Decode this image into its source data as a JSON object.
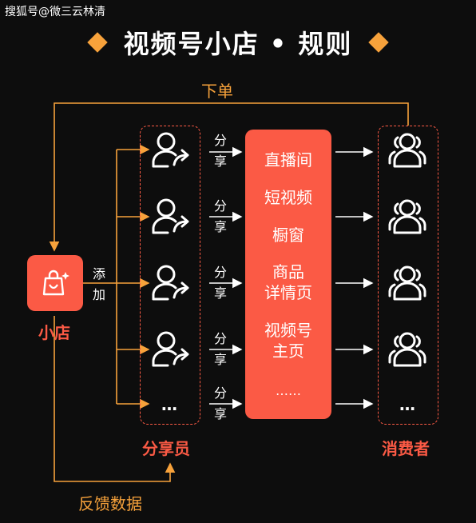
{
  "watermark": "搜狐号@微三云林清",
  "title": "视频号小店 • 规则",
  "labels": {
    "order": "下单",
    "feedback": "反馈数据",
    "shop": "小店",
    "add_1": "添",
    "add_2": "加",
    "sharers": "分享员",
    "consumers": "消费者",
    "share_1": "分",
    "share_2": "享",
    "more": "…"
  },
  "channels": {
    "live": "直播间",
    "short_video": "短视频",
    "showcase": "橱窗",
    "product_line1": "商品",
    "product_line2": "详情页",
    "homepage_line1": "视频号",
    "homepage_line2": "主页",
    "ellipsis": "……"
  },
  "colors": {
    "accent_orange": "#f7a23b",
    "accent_red": "#fb5a45",
    "background": "#0d0d0d"
  },
  "icons": [
    "shopping-bag-icon",
    "user-share-icon",
    "user-group-icon"
  ]
}
